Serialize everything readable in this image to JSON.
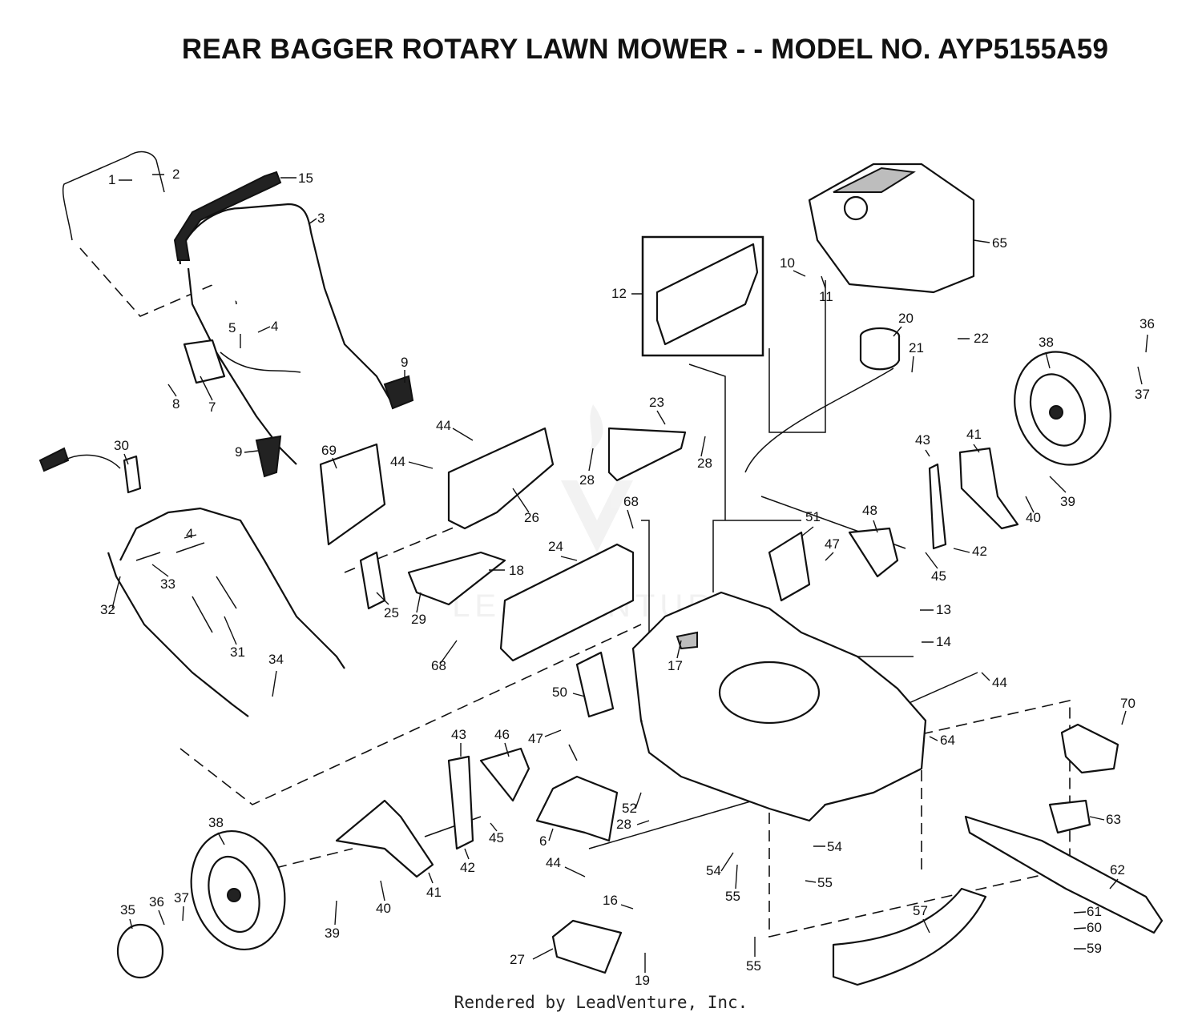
{
  "title": "REAR BAGGER ROTARY LAWN MOWER - - MODEL NO. AYP5155A59",
  "footer": "Rendered by LeadVenture, Inc.",
  "watermark": "LEADVENTURE",
  "callouts": [
    {
      "id": "c1",
      "text": "1"
    },
    {
      "id": "c2",
      "text": "2"
    },
    {
      "id": "c15",
      "text": "15"
    },
    {
      "id": "c3",
      "text": "3"
    },
    {
      "id": "c5",
      "text": "5"
    },
    {
      "id": "c4a",
      "text": "4"
    },
    {
      "id": "c9a",
      "text": "9"
    },
    {
      "id": "c8",
      "text": "8"
    },
    {
      "id": "c7",
      "text": "7"
    },
    {
      "id": "c9b",
      "text": "9"
    },
    {
      "id": "c30",
      "text": "30"
    },
    {
      "id": "c4b",
      "text": "4"
    },
    {
      "id": "c33",
      "text": "33"
    },
    {
      "id": "c32",
      "text": "32"
    },
    {
      "id": "c31",
      "text": "31"
    },
    {
      "id": "c34",
      "text": "34"
    },
    {
      "id": "c44a",
      "text": "44"
    },
    {
      "id": "c44b",
      "text": "44"
    },
    {
      "id": "c69",
      "text": "69"
    },
    {
      "id": "c26",
      "text": "26"
    },
    {
      "id": "c25",
      "text": "25"
    },
    {
      "id": "c29",
      "text": "29"
    },
    {
      "id": "c18",
      "text": "18"
    },
    {
      "id": "c24",
      "text": "24"
    },
    {
      "id": "c68a",
      "text": "68"
    },
    {
      "id": "c68b",
      "text": "68"
    },
    {
      "id": "c23",
      "text": "23"
    },
    {
      "id": "c28a",
      "text": "28"
    },
    {
      "id": "c28b",
      "text": "28"
    },
    {
      "id": "c12",
      "text": "12"
    },
    {
      "id": "c10",
      "text": "10"
    },
    {
      "id": "c11",
      "text": "11"
    },
    {
      "id": "c65",
      "text": "65"
    },
    {
      "id": "c20",
      "text": "20"
    },
    {
      "id": "c21",
      "text": "21"
    },
    {
      "id": "c22",
      "text": "22"
    },
    {
      "id": "c38a",
      "text": "38"
    },
    {
      "id": "c36a",
      "text": "36"
    },
    {
      "id": "c37a",
      "text": "37"
    },
    {
      "id": "c43a",
      "text": "43"
    },
    {
      "id": "c41a",
      "text": "41"
    },
    {
      "id": "c39a",
      "text": "39"
    },
    {
      "id": "c40a",
      "text": "40"
    },
    {
      "id": "c42a",
      "text": "42"
    },
    {
      "id": "c45a",
      "text": "45"
    },
    {
      "id": "c48",
      "text": "48"
    },
    {
      "id": "c47a",
      "text": "47"
    },
    {
      "id": "c51",
      "text": "51"
    },
    {
      "id": "c13",
      "text": "13"
    },
    {
      "id": "c14",
      "text": "14"
    },
    {
      "id": "c17",
      "text": "17"
    },
    {
      "id": "c44c",
      "text": "44"
    },
    {
      "id": "c50",
      "text": "50"
    },
    {
      "id": "c47b",
      "text": "47"
    },
    {
      "id": "c64",
      "text": "64"
    },
    {
      "id": "c43b",
      "text": "43"
    },
    {
      "id": "c46",
      "text": "46"
    },
    {
      "id": "c70",
      "text": "70"
    },
    {
      "id": "c52",
      "text": "52"
    },
    {
      "id": "c28c",
      "text": "28"
    },
    {
      "id": "c6",
      "text": "6"
    },
    {
      "id": "c45b",
      "text": "45"
    },
    {
      "id": "c42b",
      "text": "42"
    },
    {
      "id": "c38b",
      "text": "38"
    },
    {
      "id": "c44d",
      "text": "44"
    },
    {
      "id": "c54a",
      "text": "54"
    },
    {
      "id": "c54b",
      "text": "54"
    },
    {
      "id": "c63",
      "text": "63"
    },
    {
      "id": "c62",
      "text": "62"
    },
    {
      "id": "c41b",
      "text": "41"
    },
    {
      "id": "c55a",
      "text": "55"
    },
    {
      "id": "c55b",
      "text": "55"
    },
    {
      "id": "c40b",
      "text": "40"
    },
    {
      "id": "c39b",
      "text": "39"
    },
    {
      "id": "c35",
      "text": "35"
    },
    {
      "id": "c36b",
      "text": "36"
    },
    {
      "id": "c37b",
      "text": "37"
    },
    {
      "id": "c16",
      "text": "16"
    },
    {
      "id": "c57",
      "text": "57"
    },
    {
      "id": "c61",
      "text": "61"
    },
    {
      "id": "c60",
      "text": "60"
    },
    {
      "id": "c59",
      "text": "59"
    },
    {
      "id": "c27",
      "text": "27"
    },
    {
      "id": "c19",
      "text": "19"
    },
    {
      "id": "c55c",
      "text": "55"
    }
  ]
}
